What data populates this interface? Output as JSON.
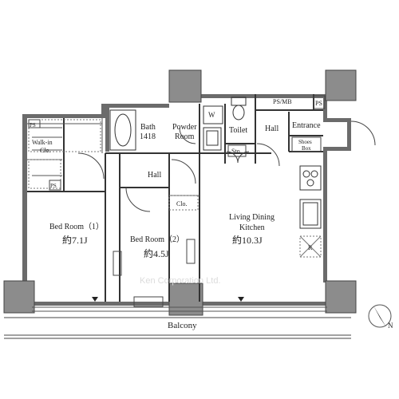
{
  "labels": {
    "ps1": "PS",
    "ps_mb": "PS/MB",
    "ps2": "PS",
    "ps3": "PS",
    "w": "W",
    "bath": "Bath",
    "bath_size": "1418",
    "powder": "Powder",
    "powder2": "Room",
    "toilet": "Toilet",
    "hall_top": "Hall",
    "entrance": "Entrance",
    "sto": "Sto.",
    "shoes1": "Shoes",
    "shoes2": "Box",
    "walkin1": "Walk-in",
    "walkin2": "Clo.",
    "hall_mid": "Hall",
    "clo": "Clo.",
    "bed1": "Bed Room（1）",
    "bed1_size": "約7.1J",
    "bed2": "Bed Room（2）",
    "bed2_size": "約4.5J",
    "ldk1": "Living Dining",
    "ldk2": "Kitchen",
    "ldk_size": "約10.3J",
    "r": "R",
    "balcony": "Balcony",
    "north": "N",
    "watermark": "Ken Corporation Ltd."
  },
  "colors": {
    "wall": "#6b6b6b",
    "column": "#8c8c8c",
    "line": "#333333",
    "watermark": "#dcdcdc"
  }
}
